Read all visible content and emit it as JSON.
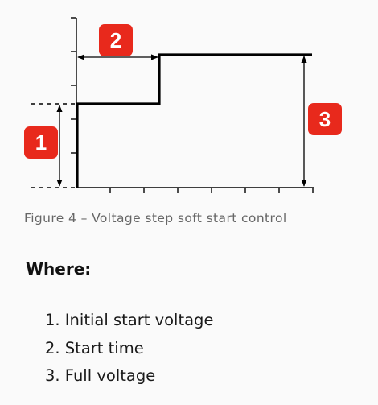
{
  "diagram": {
    "badges": [
      "1",
      "2",
      "3"
    ],
    "caption": "Figure 4 – Voltage step soft start control"
  },
  "legend": {
    "heading": "Where:",
    "items": [
      "1. Initial start voltage",
      "2. Start time",
      "3. Full voltage"
    ]
  },
  "colors": {
    "badge": "#e8291c",
    "line": "#000000",
    "caption": "#666666"
  }
}
